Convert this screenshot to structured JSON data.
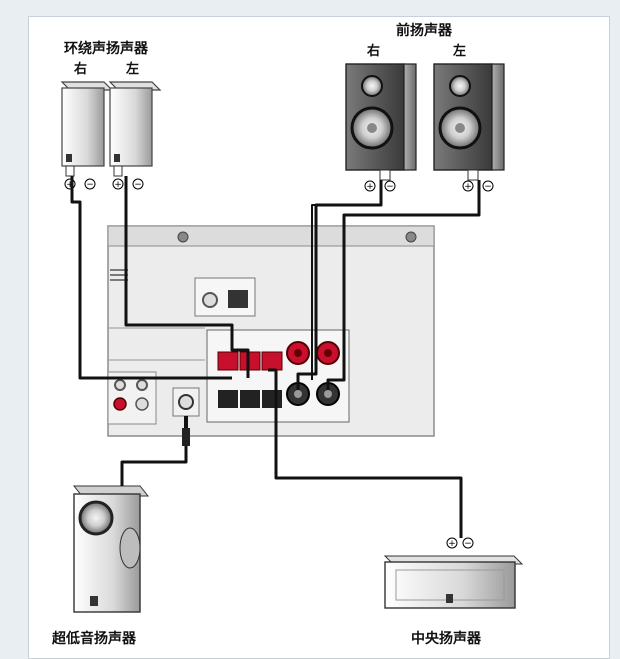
{
  "labels": {
    "surround_title": "环绕声扬声器",
    "surround_right": "右",
    "surround_left": "左",
    "front_title": "前扬声器",
    "front_right": "右",
    "front_left": "左",
    "subwoofer": "超低音扬声器",
    "center": "中央扬声器"
  },
  "colors": {
    "cable": "#111111",
    "terminal_red": "#c8102e",
    "terminal_black": "#202020",
    "panel": "#e6e6e6",
    "speaker_light": "#f2f2f2",
    "speaker_dark": "#555555"
  }
}
